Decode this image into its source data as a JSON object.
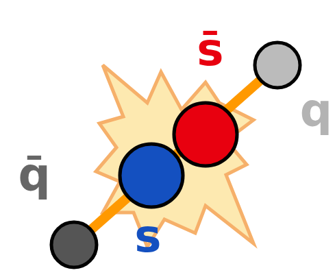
{
  "diagram": {
    "labels": [
      "s̄",
      "q",
      "q̄",
      "s"
    ]
  }
}
